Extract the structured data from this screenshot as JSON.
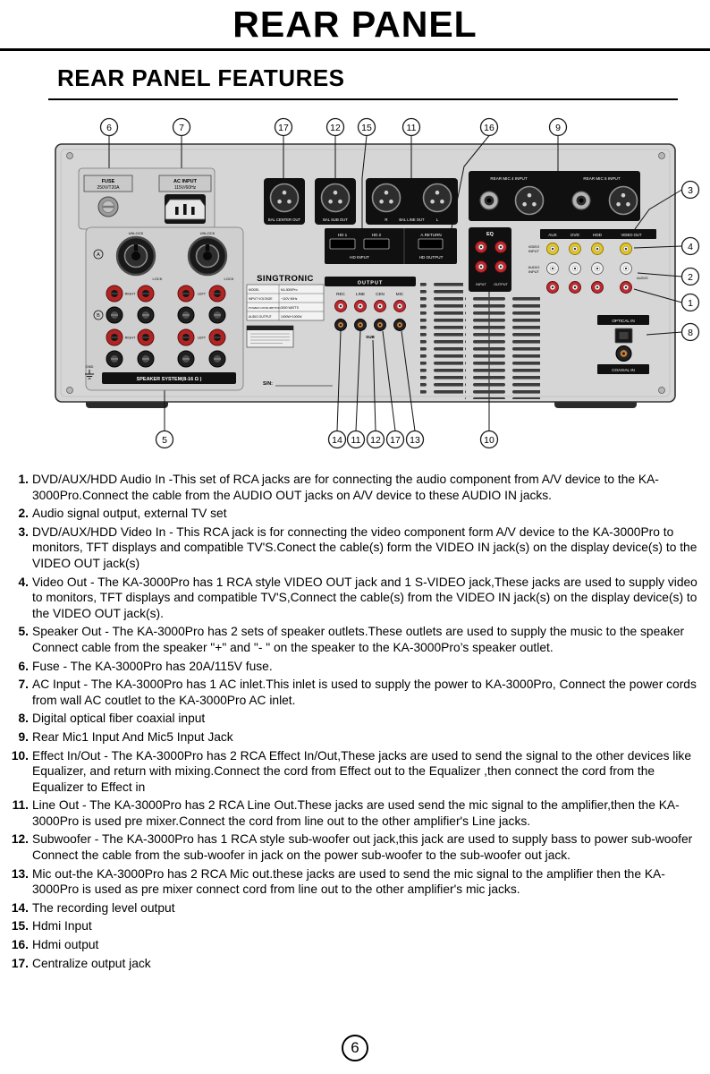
{
  "page": {
    "title": "REAR PANEL",
    "section_title": "REAR PANEL FEATURES",
    "page_number": "6"
  },
  "callouts": {
    "top": [
      "6",
      "7",
      "17",
      "12",
      "15",
      "11",
      "16",
      "9"
    ],
    "right": [
      "3",
      "4",
      "2",
      "1",
      "8"
    ],
    "bottom": [
      "5",
      "14",
      "11",
      "12",
      "17",
      "13",
      "10"
    ]
  },
  "panel": {
    "fuse_label": "FUSE",
    "fuse_rating": "250V/T20A",
    "ac_label": "AC INPUT",
    "ac_rating": "115V/60Hz",
    "bal_center_out": "BAL CENTER OUT",
    "bal_sub_out": "BAL SUB OUT",
    "bal_line_out": "BAL LINE OUT",
    "r_label": "R",
    "l_label": "L",
    "hd1": "HD 1",
    "hd2": "HD 2",
    "a_return": "A.RETURN",
    "hd_input": "HD INPUT",
    "hd_output": "HD OUTPUT",
    "eq": "EQ",
    "eq_input": "INPUT",
    "eq_output": "OUTPUT",
    "rear_mic4": "REAR MIC 4 INPUT",
    "rear_mic5": "REAR MIC 5 INPUT",
    "aux": "AUX",
    "dvd": "DVD",
    "hdd": "HDD",
    "video_out": "VIDEO OUT",
    "video": "VIDEO",
    "input": "INPUT",
    "audio": "AUDIO",
    "optical_in": "OPTICAL IN",
    "coaxial_in": "COAXIAL IN",
    "unlock": "UNLOCK",
    "lock": "LOCK",
    "right": "RIGHT",
    "left": "LEFT",
    "ch_a": "A",
    "ch_b": "B",
    "gnd": "GND",
    "speaker_system": "SPEAKER SYSTEM(8-16 Ω )",
    "brand": "SINGTRONIC",
    "model_label": "MODEL",
    "model_value": "KA-3000Pro",
    "voltage_label": "INPUT VOLTAGE",
    "voltage_value": "~110V 60Hz",
    "power_label": "POWER CONSUMPTION",
    "power_value": "3000 WATTS",
    "audio_out_label": "AUDIO OUTPUT",
    "audio_out_value": "1000W+1000W",
    "sn": "S/N:",
    "output": "OUTPUT",
    "rec": "REC",
    "line": "LINE",
    "cen": "CEN",
    "mic": "MIC",
    "sub": "SUB"
  },
  "features": [
    {
      "num": "1.",
      "text": "DVD/AUX/HDD  Audio In -This set of RCA jacks are for connecting the audio component from A/V device to the KA-3000Pro.Connect the cable from the AUDIO OUT jacks on A/V device to these AUDIO IN jacks."
    },
    {
      "num": "2.",
      "text": "Audio signal output, external TV set"
    },
    {
      "num": "3.",
      "text": "DVD/AUX/HDD Video In - This RCA jack is for connecting the video component form A/V device to the KA-3000Pro to monitors, TFT displays and compatible TV'S.Conect the cable(s) form the VIDEO IN jack(s) on the display device(s) to the VIDEO OUT jack(s)"
    },
    {
      "num": "4.",
      "text": "Video Out - The KA-3000Pro has 1 RCA style VIDEO OUT jack and 1 S-VIDEO jack,These jacks are used to supply video to monitors, TFT displays and compatible TV'S,Connect the cable(s) from the VIDEO IN jack(s) on the display device(s) to the VIDEO OUT jack(s)."
    },
    {
      "num": "5.",
      "text": "Speaker Out - The KA-3000Pro has 2 sets of speaker outlets.These outlets are used to supply the music to the speaker Connect cable from the speaker \"+\" and \"- \" on the speaker to the KA-3000Pro’s speaker outlet."
    },
    {
      "num": "6.",
      "text": "Fuse - The KA-3000Pro has 20A/115V fuse."
    },
    {
      "num": "7.",
      "text": "AC Input - The KA-3000Pro has 1 AC inlet.This inlet is used to supply the power to KA-3000Pro, Connect the power cords  from wall AC coutlet to the KA-3000Pro  AC inlet."
    },
    {
      "num": "8.",
      "text": "Digital optical fiber coaxial input"
    },
    {
      "num": "9.",
      "text": "Rear Mic1 Input And Mic5 Input Jack"
    },
    {
      "num": "10.",
      "text": "Effect In/Out - The KA-3000Pro  has 2 RCA Effect In/Out,These jacks are used to send the signal to the other devices like Equalizer, and return with mixing.Connect the cord from Effect out to the Equalizer ,then connect the cord from the Equalizer to Effect in"
    },
    {
      "num": "11.",
      "text": "Line Out - The KA-3000Pro has 2 RCA Line Out.These jacks are used send the mic signal to the amplifier,then the KA-3000Pro is used pre mixer.Connect the cord from line out to the other amplifier's Line jacks."
    },
    {
      "num": "12.",
      "text": "Subwoofer - The KA-3000Pro has 1 RCA style sub-woofer out jack,this jack are used to supply bass to power sub-woofer Connect the cable from the sub-woofer in jack on the power sub-woofer to the sub-woofer out jack."
    },
    {
      "num": "13.",
      "text": "Mic out-the KA-3000Pro has 2 RCA Mic out.these jacks are used to send the mic signal to the amplifier then the KA-3000Pro  is used as pre mixer connect cord from line out to the other amplifier's mic jacks."
    },
    {
      "num": "14.",
      "text": "The recording level output"
    },
    {
      "num": "15.",
      "text": "Hdmi Input"
    },
    {
      "num": "16.",
      "text": "Hdmi output"
    },
    {
      "num": "17.",
      "text": "Centralize output jack"
    }
  ]
}
